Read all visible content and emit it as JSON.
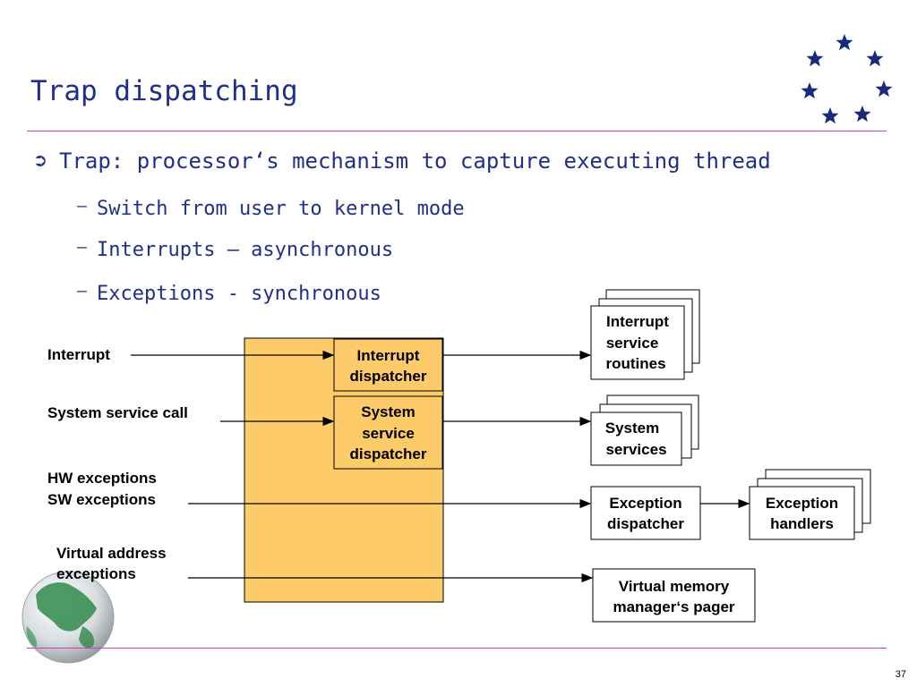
{
  "slide": {
    "title": "Trap dispatching",
    "page_number": "37"
  },
  "bullets": {
    "main": "Trap: processor‘s mechanism to capture executing thread",
    "subs": [
      "Switch from user to kernel mode",
      "Interrupts – asynchronous",
      "Exceptions - synchronous"
    ]
  },
  "diagram": {
    "sources": {
      "interrupt": "Interrupt",
      "system_service_call": "System service call",
      "hw_exceptions": "HW exceptions",
      "sw_exceptions": "SW exceptions",
      "virtual_address_1": "Virtual address",
      "virtual_address_2": "exceptions"
    },
    "dispatchers": {
      "interrupt_1": "Interrupt",
      "interrupt_2": "dispatcher",
      "system_1": "System",
      "system_2": "service",
      "system_3": "dispatcher"
    },
    "targets": {
      "isr_1": "Interrupt",
      "isr_2": "service",
      "isr_3": "routines",
      "sys_1": "System",
      "sys_2": "services",
      "exc_1": "Exception",
      "exc_2": "dispatcher",
      "handlers_1": "Exception",
      "handlers_2": "handlers",
      "vm_1": "Virtual memory",
      "vm_2": "manager‘s pager"
    },
    "colors": {
      "kernel_box": "#fecb6a",
      "arrow": "#000000",
      "text_blue": "#1f2f8a",
      "rule": "#d23fb4",
      "star": "#1a2a7a"
    }
  }
}
